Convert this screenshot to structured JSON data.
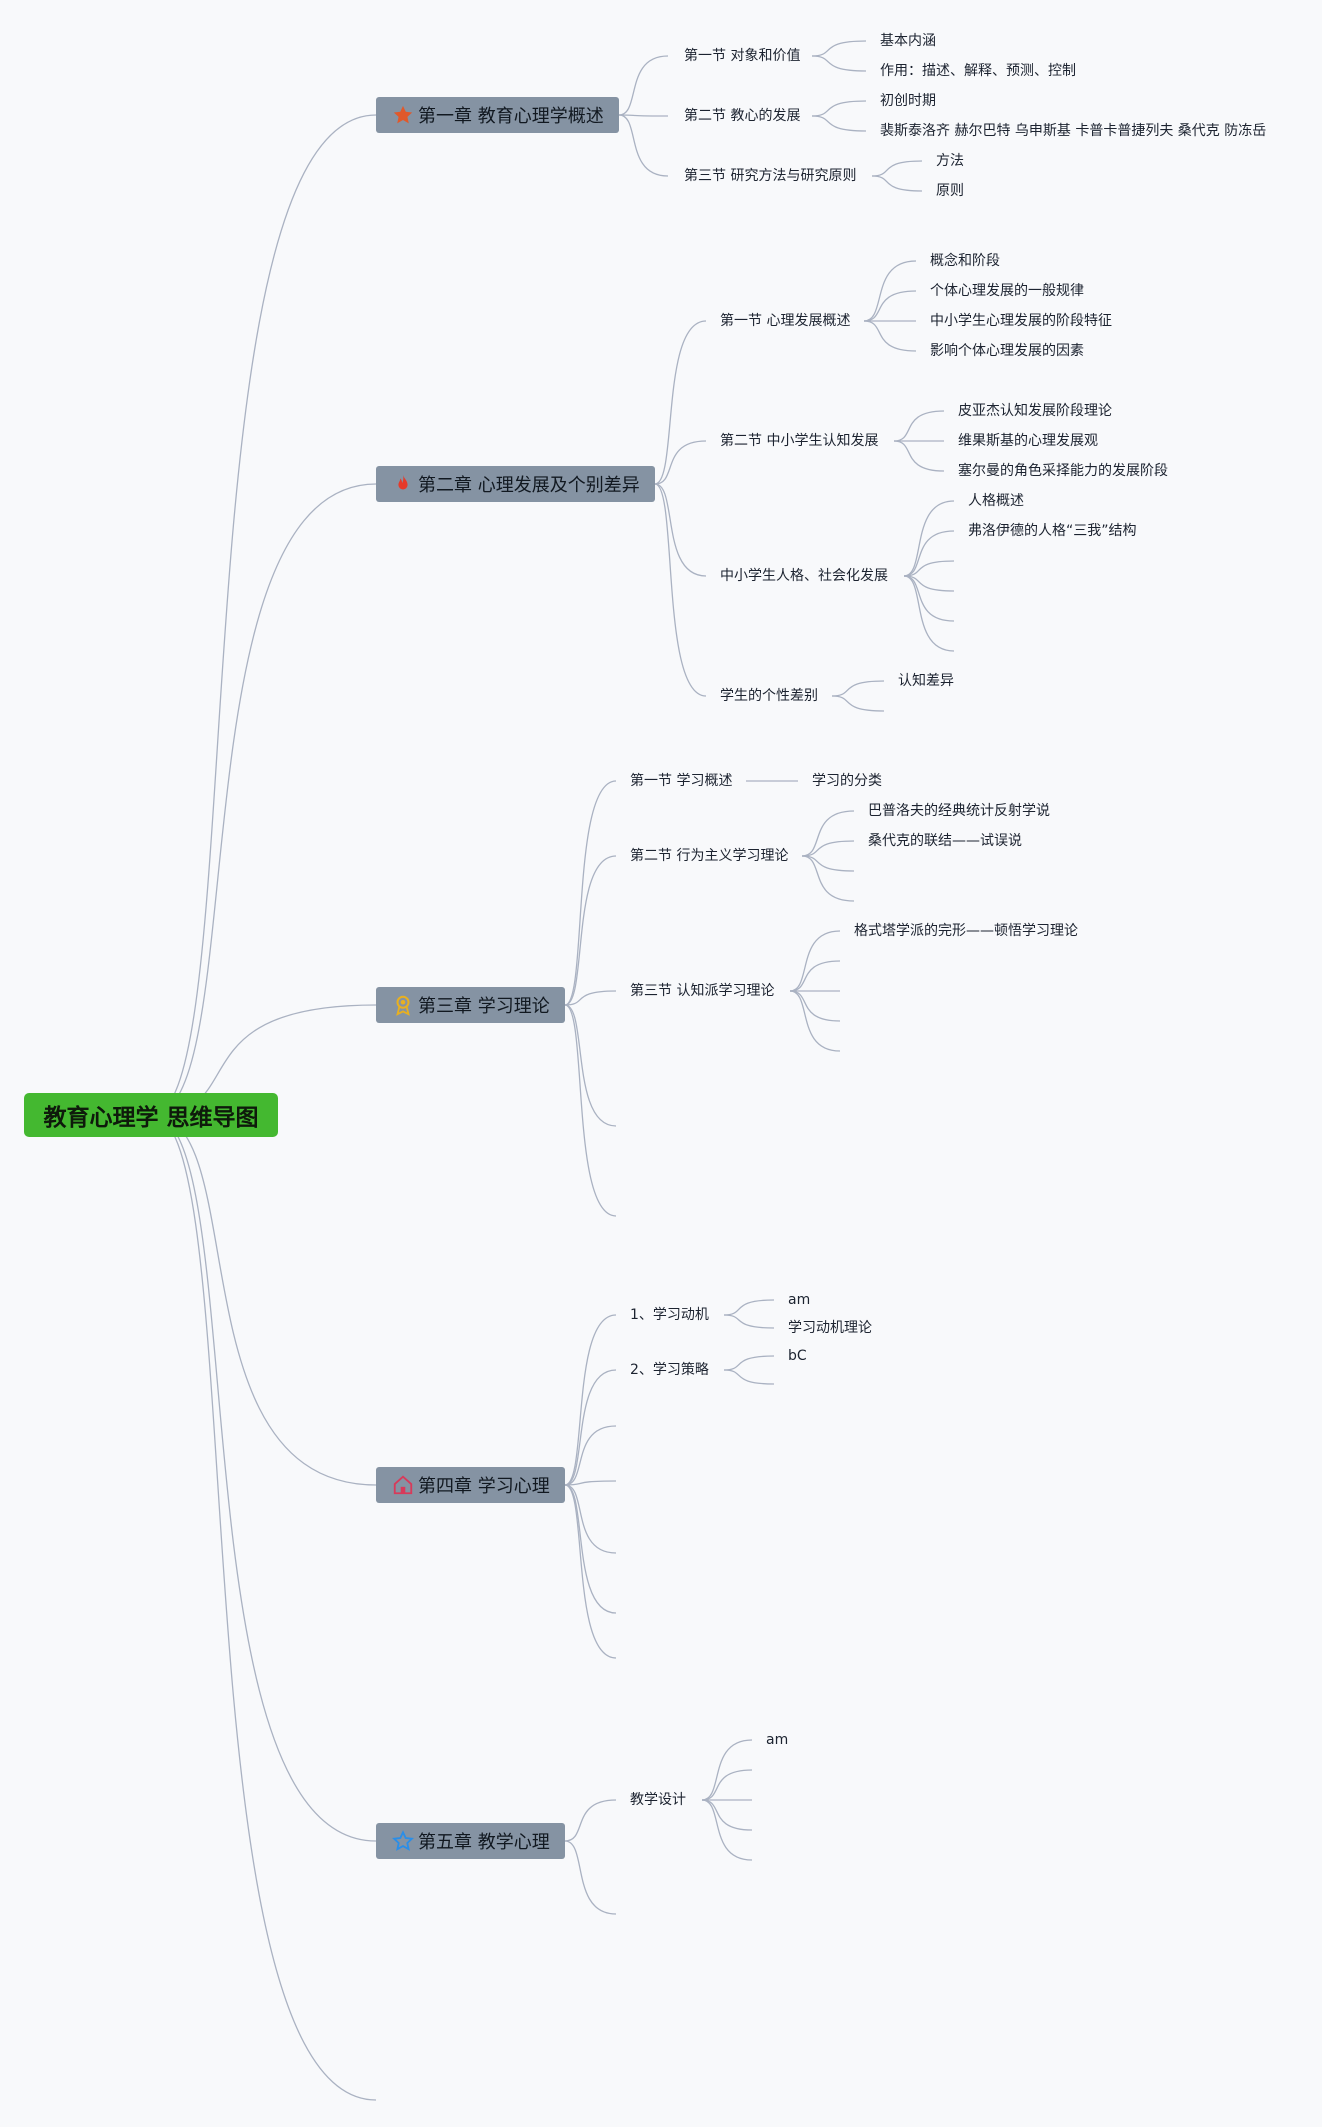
{
  "root": {
    "title": "教育心理学 思维导图"
  },
  "chapters": [
    {
      "label": "第一章 教育心理学概述",
      "icon": "star-icon",
      "sections": [
        {
          "label": "第一节 对象和价值",
          "items": [
            "基本内涵",
            "作用：描述、解释、预测、控制"
          ]
        },
        {
          "label": "第二节 教心的发展",
          "items": [
            "初创时期",
            "裴斯泰洛齐 赫尔巴特 乌申斯基 卡普卡普捷列夫 桑代克 防冻岳"
          ]
        },
        {
          "label": "第三节 研究方法与研究原则",
          "items": [
            "方法",
            "原则"
          ]
        }
      ]
    },
    {
      "label": "第二章 心理发展及个别差异",
      "icon": "fire-icon",
      "sections": [
        {
          "label": "第一节 心理发展概述",
          "items": [
            "概念和阶段",
            "个体心理发展的一般规律",
            "中小学生心理发展的阶段特征",
            "影响个体心理发展的因素"
          ]
        },
        {
          "label": "第二节 中小学生认知发展",
          "items": [
            "皮亚杰认知发展阶段理论",
            "维果斯基的心理发展观",
            "塞尔曼的角色采择能力的发展阶段"
          ]
        },
        {
          "label": "中小学生人格、社会化发展",
          "items": [
            "人格概述",
            "弗洛伊德的人格“三我”结构"
          ]
        },
        {
          "label": "学生的个性差别",
          "items": [
            "认知差异"
          ]
        }
      ]
    },
    {
      "label": "第三章 学习理论",
      "icon": "award-icon",
      "sections": [
        {
          "label": "第一节 学习概述",
          "items": [
            "学习的分类"
          ]
        },
        {
          "label": "第二节 行为主义学习理论",
          "items": [
            "巴普洛夫的经典统计反射学说",
            "桑代克的联结——试误说"
          ]
        },
        {
          "label": "第三节 认知派学习理论",
          "items": [
            "格式塔学派的完形——顿悟学习理论"
          ]
        }
      ]
    },
    {
      "label": "第四章 学习心理",
      "icon": "home-icon",
      "sections": [
        {
          "label": "1、学习动机",
          "items": [
            "am",
            "学习动机理论"
          ]
        },
        {
          "label": "2、学习策略",
          "items": [
            "bC"
          ]
        }
      ]
    },
    {
      "label": "第五章 教学心理",
      "icon": "star-outline-icon",
      "sections": [
        {
          "label": "教学设计",
          "items": [
            "am"
          ]
        }
      ]
    }
  ]
}
